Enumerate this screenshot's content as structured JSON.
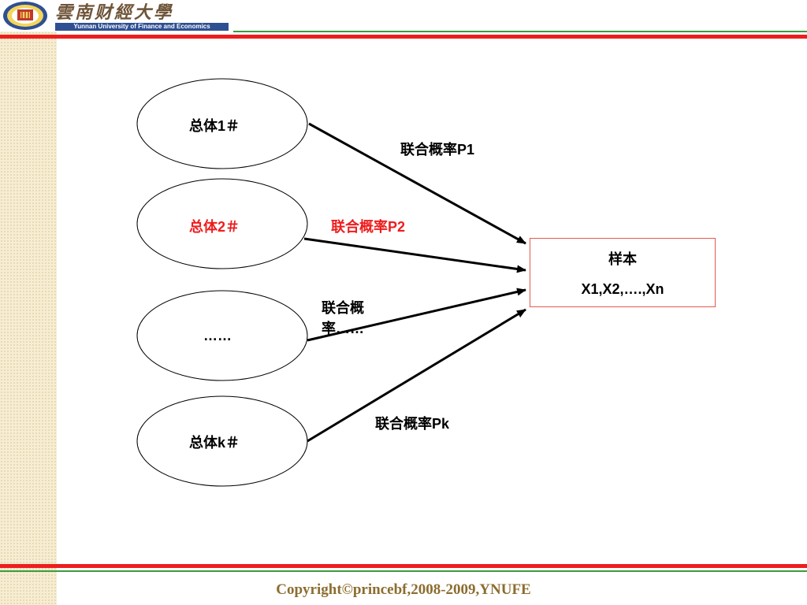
{
  "header": {
    "university_cn": "雲南财經大學",
    "university_en": "Yunnan University of Finance and Economics",
    "logo": "university-seal-icon"
  },
  "diagram": {
    "populations": [
      {
        "label": "总体1＃",
        "color": "#000000"
      },
      {
        "label": "总体2＃",
        "color": "#ee1d1d"
      },
      {
        "label": "……",
        "color": "#000000"
      },
      {
        "label": "总体k＃",
        "color": "#000000"
      }
    ],
    "probabilities": [
      {
        "label": "联合概率P1",
        "color": "#000000"
      },
      {
        "label": "联合概率P2",
        "color": "#ee1d1d"
      },
      {
        "label": "联合概率……",
        "color": "#000000"
      },
      {
        "label": "联合概率Pk",
        "color": "#000000"
      }
    ],
    "sample": {
      "title": "样本",
      "values": "X1,X2,….,Xn"
    }
  },
  "footer": {
    "copyright": "Copyright©princebf,2008-2009,YNUFE"
  },
  "colors": {
    "accent_red": "#ee1d1d",
    "accent_green": "#3e9a3e",
    "brand_blue": "#2f4f93",
    "footer_gold": "#8c6d2f"
  }
}
